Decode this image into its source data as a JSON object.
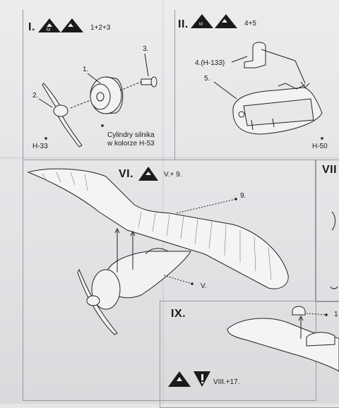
{
  "steps": {
    "s1": {
      "label": "I.",
      "ref": "1+2+3"
    },
    "s2": {
      "label": "II.",
      "ref": "4+5"
    },
    "s6": {
      "label": "VI.",
      "ref": "V.+ 9."
    },
    "s7": {
      "label": "VII"
    },
    "s9": {
      "label": "IX.",
      "ref": "VIII.+17."
    }
  },
  "parts": {
    "p1": "1.",
    "p2": "2.",
    "p3": "3.",
    "p4": "4.(H-133)",
    "p5": "5.",
    "p9": "9.",
    "pV": "V.",
    "p1b": "1"
  },
  "paints": {
    "h33": "H-33",
    "h50": "H-50",
    "engine_note_line1": "Cylindry silnika",
    "engine_note_line2": "w kolorze H-53"
  },
  "icons": [
    "mountain-m-icon",
    "mountain-icon",
    "warning-icon"
  ]
}
